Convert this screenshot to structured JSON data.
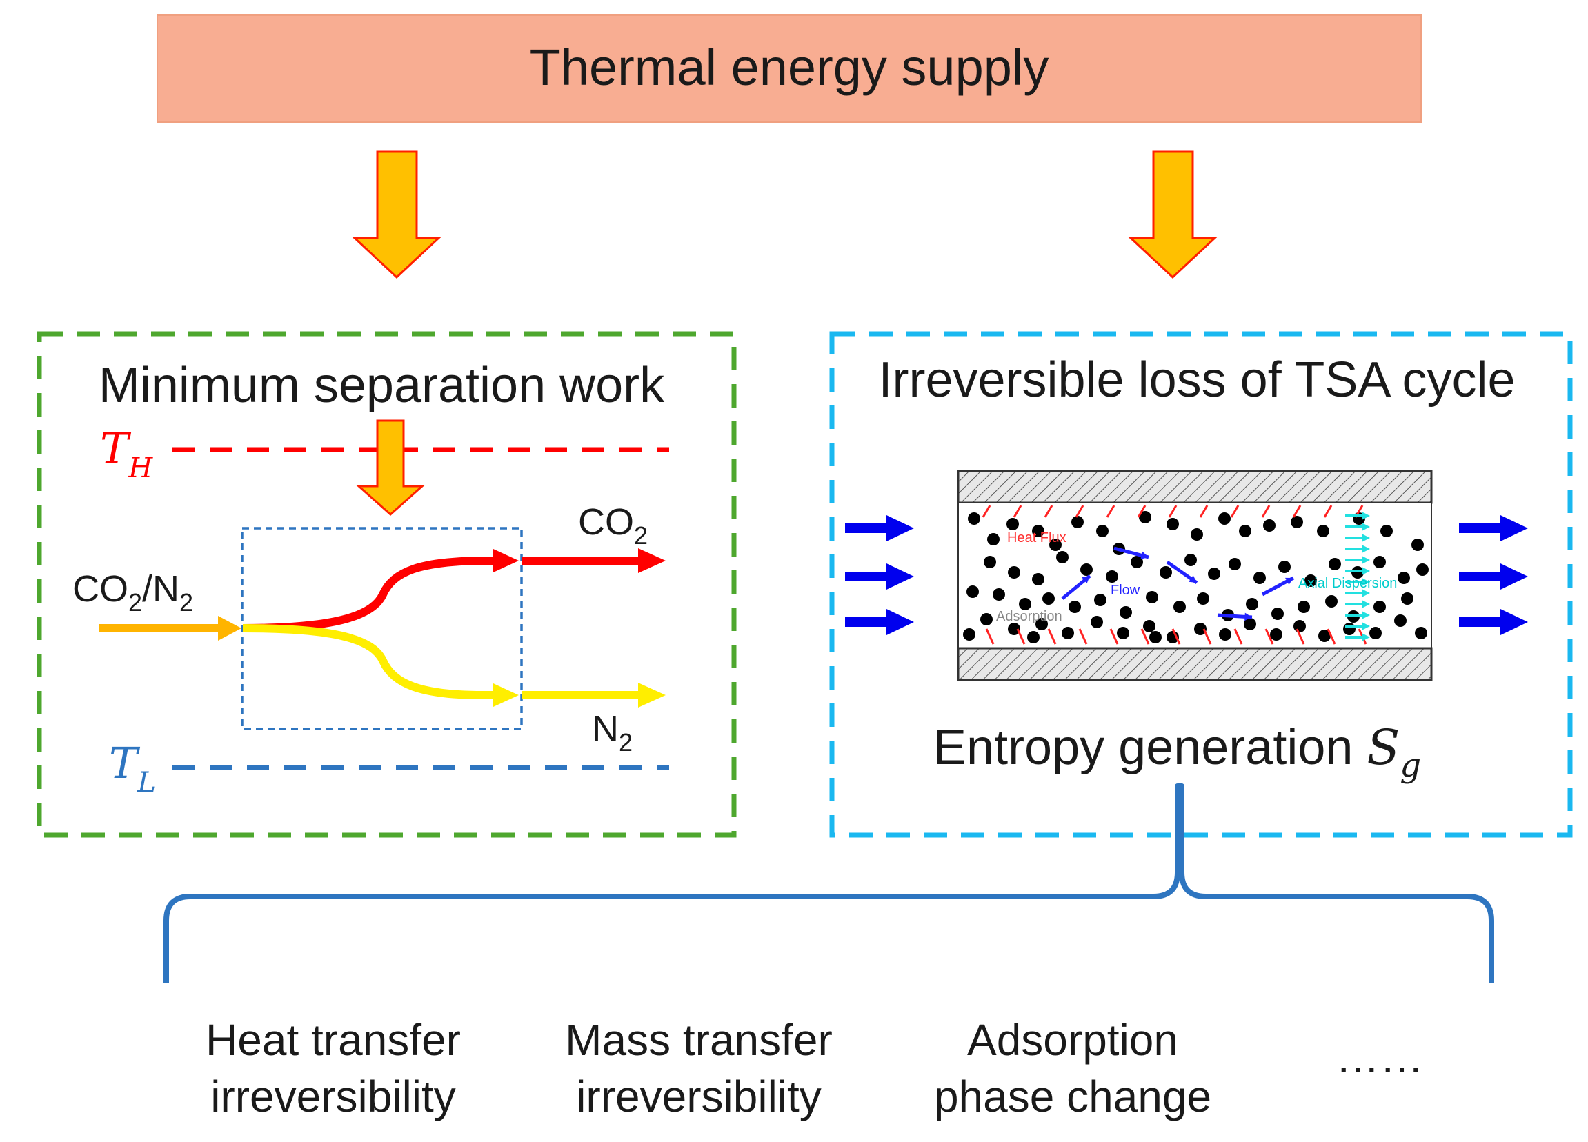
{
  "header": {
    "title": "Thermal energy supply"
  },
  "left_panel": {
    "title": "Minimum separation work",
    "t_high": {
      "sym": "T",
      "sub": "H"
    },
    "t_low": {
      "sym": "T",
      "sub": "L"
    },
    "feed": {
      "main": "CO",
      "sub1": "2",
      "mid": "/N",
      "sub2": "2"
    },
    "out_top": {
      "main": "CO",
      "sub": "2"
    },
    "out_bottom": {
      "main": "N",
      "sub": "2"
    }
  },
  "right_panel": {
    "title": "Irreversible loss of TSA cycle",
    "inner_labels": {
      "heat_flux": "Heat Flux",
      "flow": "Flow",
      "adsorption": "Adsorption",
      "axial": "Axial Dispersion"
    },
    "entropy": {
      "text": "Entropy generation ",
      "sym": "S",
      "sub": "g"
    }
  },
  "bottom_items": [
    {
      "line1": "Heat transfer",
      "line2": "irreversibility"
    },
    {
      "line1": "Mass transfer",
      "line2": "irreversibility"
    },
    {
      "line1": "Adsorption",
      "line2": "phase change"
    },
    {
      "line1": "……",
      "line2": ""
    }
  ],
  "colors": {
    "header_fill": "#f8ad92",
    "header_stroke": "#f0a080",
    "arrow_fill": "#ffc000",
    "arrow_stroke": "#ff2000",
    "green_dash": "#4ea72e",
    "cyan_dash": "#1ab8f0",
    "red": "#ff0000",
    "yellow": "#ffee00",
    "feed": "#ffb400",
    "blue_line": "#2e75c0",
    "flow_blue": "#0000ee",
    "brace_blue": "#2e75c0"
  }
}
